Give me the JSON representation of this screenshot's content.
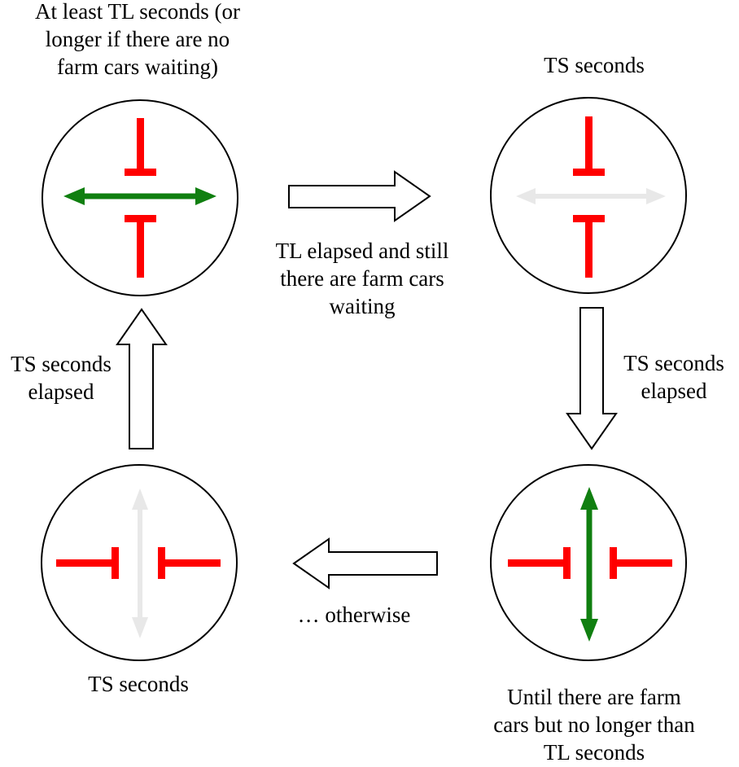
{
  "colors": {
    "stop": "#ff0000",
    "go": "#107f10",
    "inactive": "#e8e8e8",
    "outline": "#000000",
    "background": "#ffffff"
  },
  "states": {
    "top_left": {
      "caption": "At least TL seconds (or\nlonger if there are no\nfarm cars waiting)",
      "horizontal_signal": "go",
      "vertical_signal": "stop"
    },
    "top_right": {
      "caption": "TS seconds",
      "horizontal_signal": "inactive",
      "vertical_signal": "stop"
    },
    "bottom_right": {
      "caption": "Until there are farm\ncars but no longer than\nTL seconds",
      "horizontal_signal": "stop",
      "vertical_signal": "go"
    },
    "bottom_left": {
      "caption": "TS seconds",
      "horizontal_signal": "stop",
      "vertical_signal": "inactive"
    }
  },
  "transitions": {
    "top": "TL elapsed and still\nthere are farm cars\nwaiting",
    "right": "TS seconds\nelapsed",
    "bottom": "… otherwise",
    "left": "TS seconds\nelapsed"
  }
}
